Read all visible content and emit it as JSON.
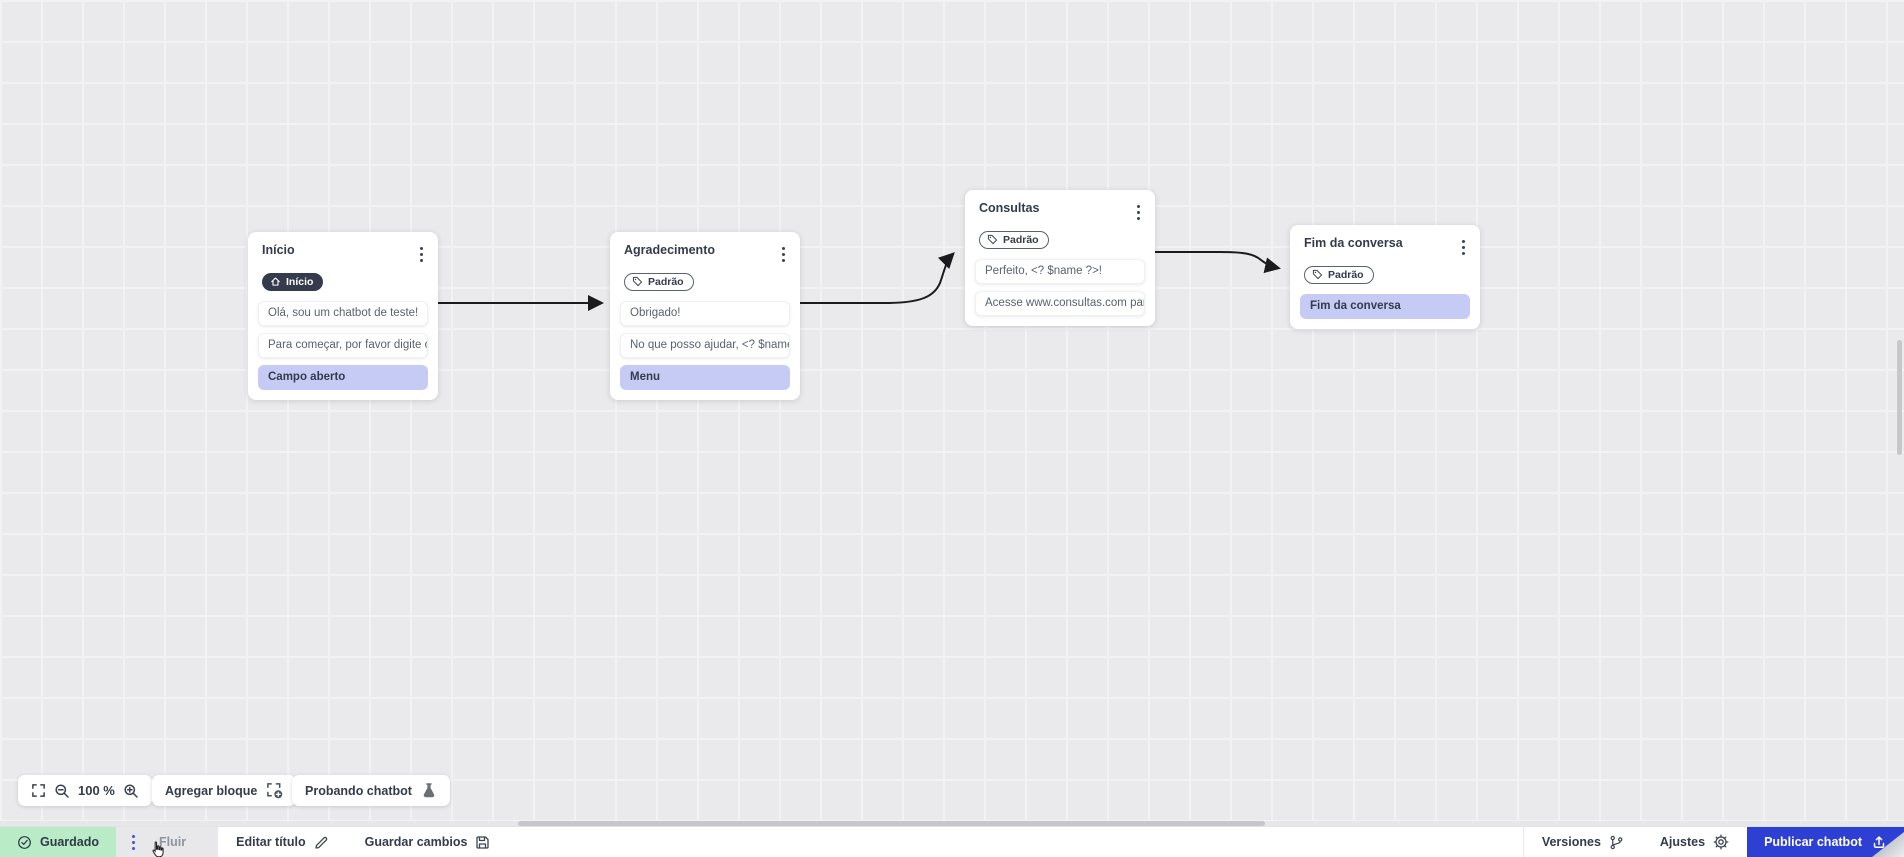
{
  "nodes": [
    {
      "title": "Início",
      "badge": {
        "label": "Início",
        "icon": "home-icon",
        "style": "dark"
      },
      "messages": [
        "Olá, sou um chatbot de teste!",
        "Para começar, por favor digite o ...",
        "Campo aberto"
      ]
    },
    {
      "title": "Agradecimento",
      "badge": {
        "label": "Padrão",
        "icon": "tag-icon",
        "style": "outline"
      },
      "messages": [
        "Obrigado!",
        "No que posso ajudar, <? $name ...",
        "Menu"
      ]
    },
    {
      "title": "Consultas",
      "badge": {
        "label": "Padrão",
        "icon": "tag-icon",
        "style": "outline"
      },
      "messages": [
        "Perfeito, <? $name ?>!",
        "Acesse www.consultas.com par..."
      ]
    },
    {
      "title": "Fim da conversa",
      "badge": {
        "label": "Padrão",
        "icon": "tag-icon",
        "style": "outline"
      },
      "messages": [
        "Fim da conversa"
      ]
    }
  ],
  "canvas_toolbar": {
    "zoom_level": "100 %",
    "add_block_label": "Agregar bloque",
    "test_chatbot_label": "Probando chatbot"
  },
  "footer": {
    "saved_label": "Guardado",
    "flow_tab_label": "Fluir",
    "edit_title_label": "Editar título",
    "save_changes_label": "Guardar cambios",
    "versions_label": "Versiones",
    "settings_label": "Ajustes",
    "publish_label": "Publicar chatbot"
  },
  "colors": {
    "publish_blue": "#2e40d4",
    "saved_green": "#b9ebc6",
    "highlight_lavender": "#c5cbf4",
    "kebab_blue": "#4353d8",
    "wire_black": "#1b1b1f",
    "badge_dark": "#333b4d",
    "canvas_grey": "#eaeaec"
  }
}
